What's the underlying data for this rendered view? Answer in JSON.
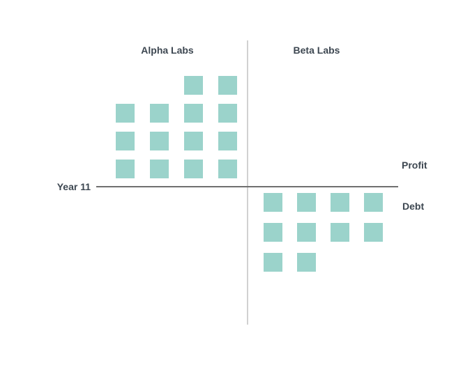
{
  "chart_data": {
    "type": "pictograph",
    "description": "Quadrant pictograph comparing two companies; each teal square is one unit. Alpha Labs squares sit above the axis (Profit), Beta Labs squares sit below it (Debt).",
    "axis": {
      "x_axis_label": "Year 11",
      "above_axis_label": "Profit",
      "below_axis_label": "Debt"
    },
    "unit_square_color": "#9bd3cb",
    "legend_position": "none",
    "grid": "off",
    "groups": [
      {
        "name": "Alpha Labs",
        "quadrant": "above-axis-left",
        "measure": "Profit",
        "column_stacks": [
          3,
          3,
          4,
          4
        ],
        "total_squares": 14,
        "grid_rows": [
          [
            0,
            0,
            1,
            1
          ],
          [
            1,
            1,
            1,
            1
          ],
          [
            1,
            1,
            1,
            1
          ],
          [
            1,
            1,
            1,
            1
          ]
        ]
      },
      {
        "name": "Beta Labs",
        "quadrant": "below-axis-right",
        "measure": "Debt",
        "column_stacks": [
          3,
          3,
          2,
          2
        ],
        "total_squares": 10,
        "grid_rows": [
          [
            1,
            1,
            1,
            1
          ],
          [
            1,
            1,
            1,
            1
          ],
          [
            1,
            1,
            0,
            0
          ]
        ]
      }
    ]
  },
  "labels": {
    "group_left": "Alpha Labs",
    "group_right": "Beta Labs",
    "axis_left": "Year 11",
    "axis_above": "Profit",
    "axis_below": "Debt"
  },
  "colors": {
    "square": "#9bd3cb",
    "vertical_divider": "#d1d1d1",
    "horizontal_axis": "#6f6f6f",
    "text": "#3d4751",
    "background": "#ffffff"
  }
}
